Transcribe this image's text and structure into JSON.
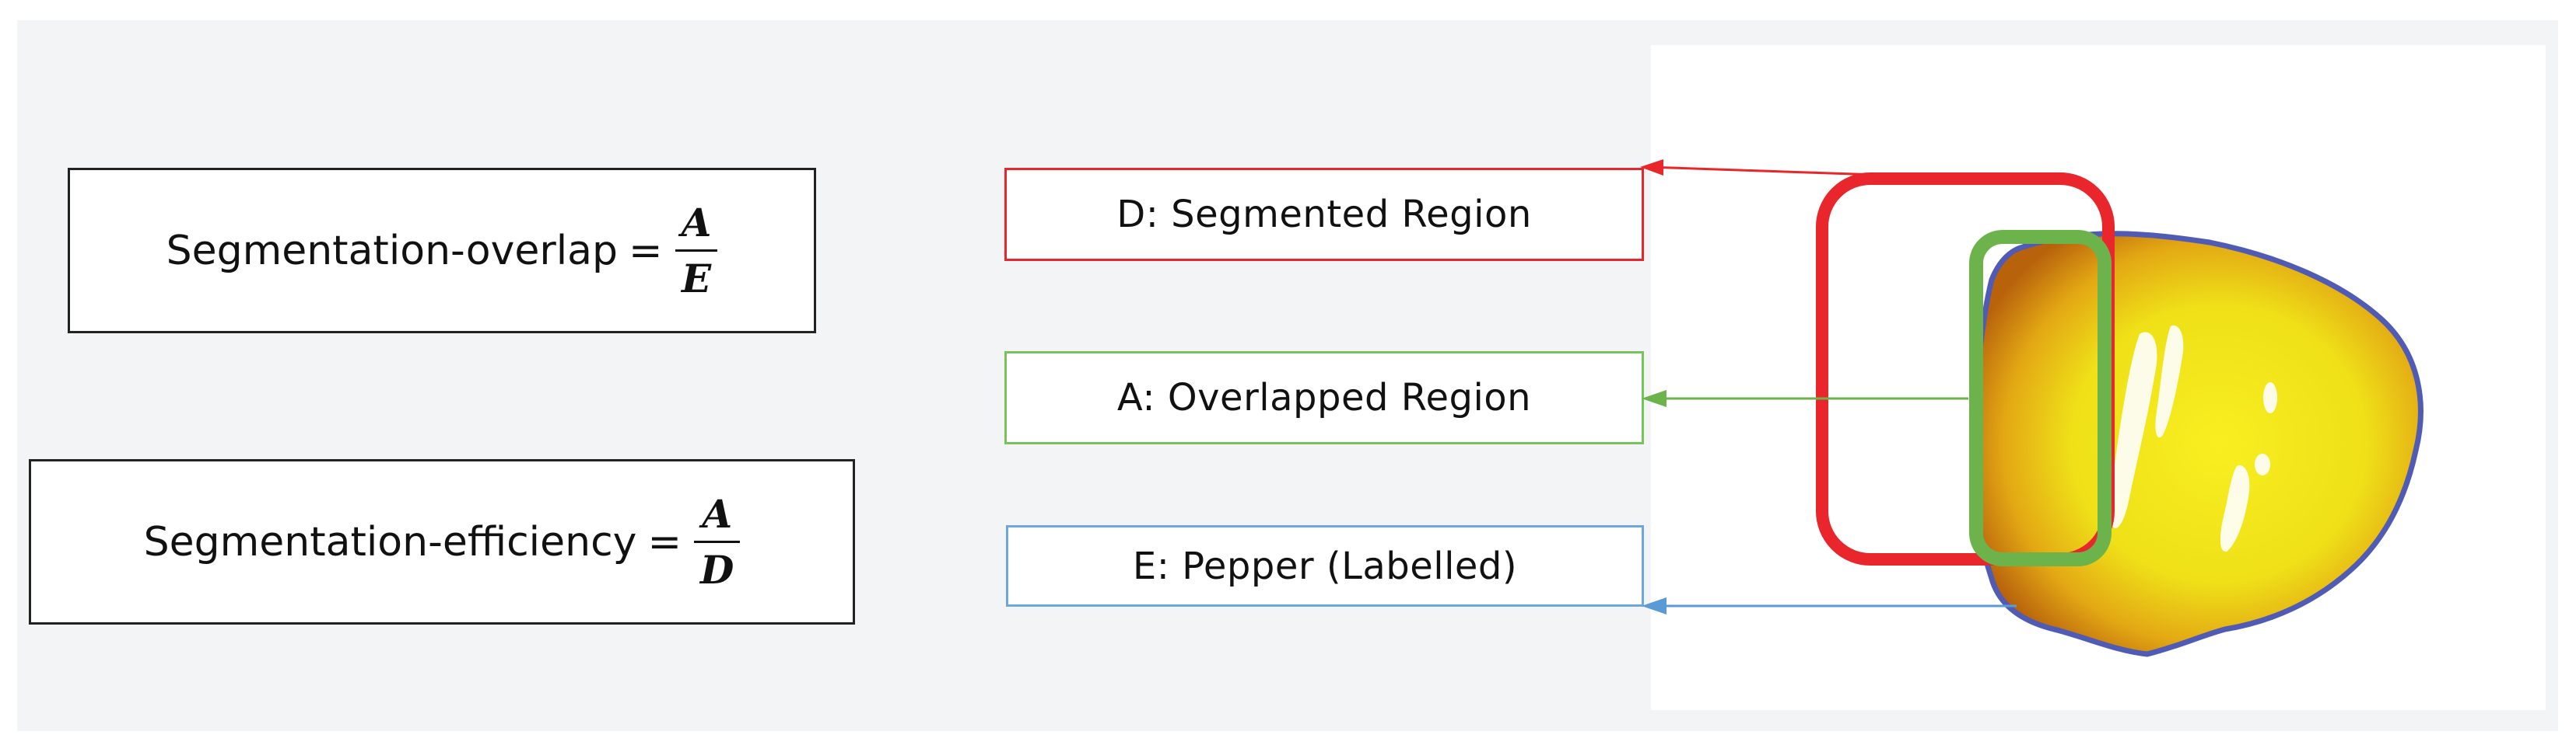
{
  "formulas": [
    {
      "label": "Segmentation-overlap",
      "equals": "=",
      "numerator": "A",
      "denominator": "E"
    },
    {
      "label": "Segmentation-efficiency",
      "equals": "=",
      "numerator": "A",
      "denominator": "D"
    }
  ],
  "legend": {
    "segmented": {
      "text": "D: Segmented Region",
      "color": "#e8262b"
    },
    "overlapped": {
      "text": "A: Overlapped Region",
      "color": "#6db34b"
    },
    "labelled": {
      "text": "E: Pepper (Labelled)",
      "color": "#5b9bd5"
    }
  },
  "colors": {
    "pepper_outline": "#4f5bb5",
    "pepper_fill": "#f2e615",
    "pepper_shade": "#d48a10",
    "background": "#f3f4f6"
  }
}
